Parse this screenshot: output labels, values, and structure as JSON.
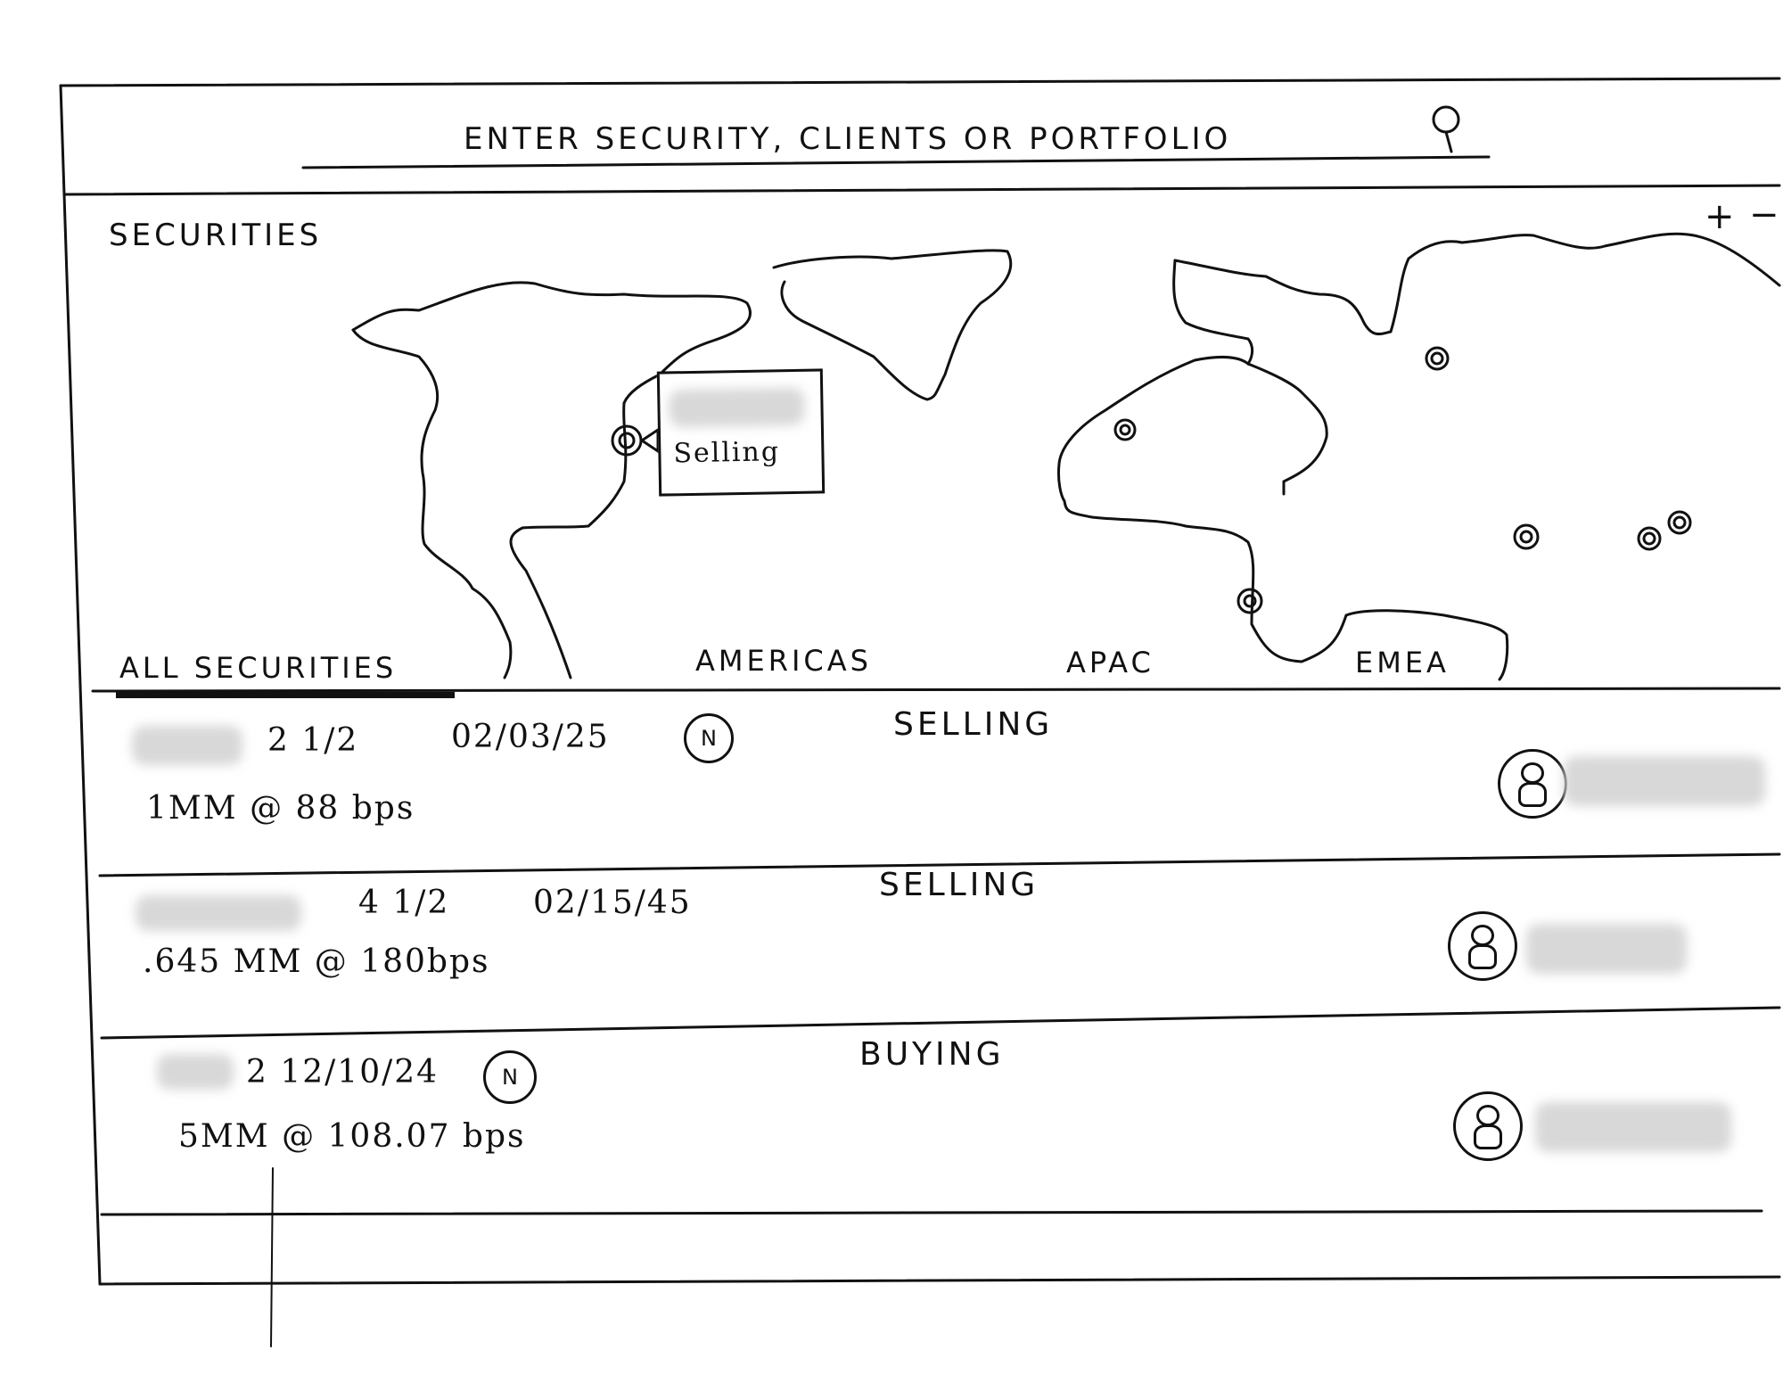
{
  "search": {
    "placeholder": "ENTER   SECURITY, CLIENTS  OR  PORTFOLIO"
  },
  "map": {
    "section_title": "SECURITIES",
    "zoom_in": "+",
    "zoom_out": "−",
    "popup": {
      "label": "Selling"
    }
  },
  "tabs": [
    {
      "label": "ALL  SECURITIES",
      "active": true
    },
    {
      "label": "AMERICAS"
    },
    {
      "label": "APAC"
    },
    {
      "label": "EMEA"
    }
  ],
  "rows": [
    {
      "coupon": "2  1/2",
      "maturity": "02/03/25",
      "badge": "N",
      "action": "SELLING",
      "size": "1MM  @  88 bps"
    },
    {
      "coupon": "4  1/2",
      "maturity": "02/15/45",
      "badge": "",
      "action": "SELLING",
      "size": ".645 MM @  180bps"
    },
    {
      "coupon": "2  12/10/24",
      "maturity": "",
      "badge": "N",
      "action": "BUYING",
      "size": "5MM  @  108.07  bps"
    }
  ],
  "colors": {
    "ink": "#111111",
    "paper": "#ffffff",
    "redacted": "#d8d8d8"
  }
}
